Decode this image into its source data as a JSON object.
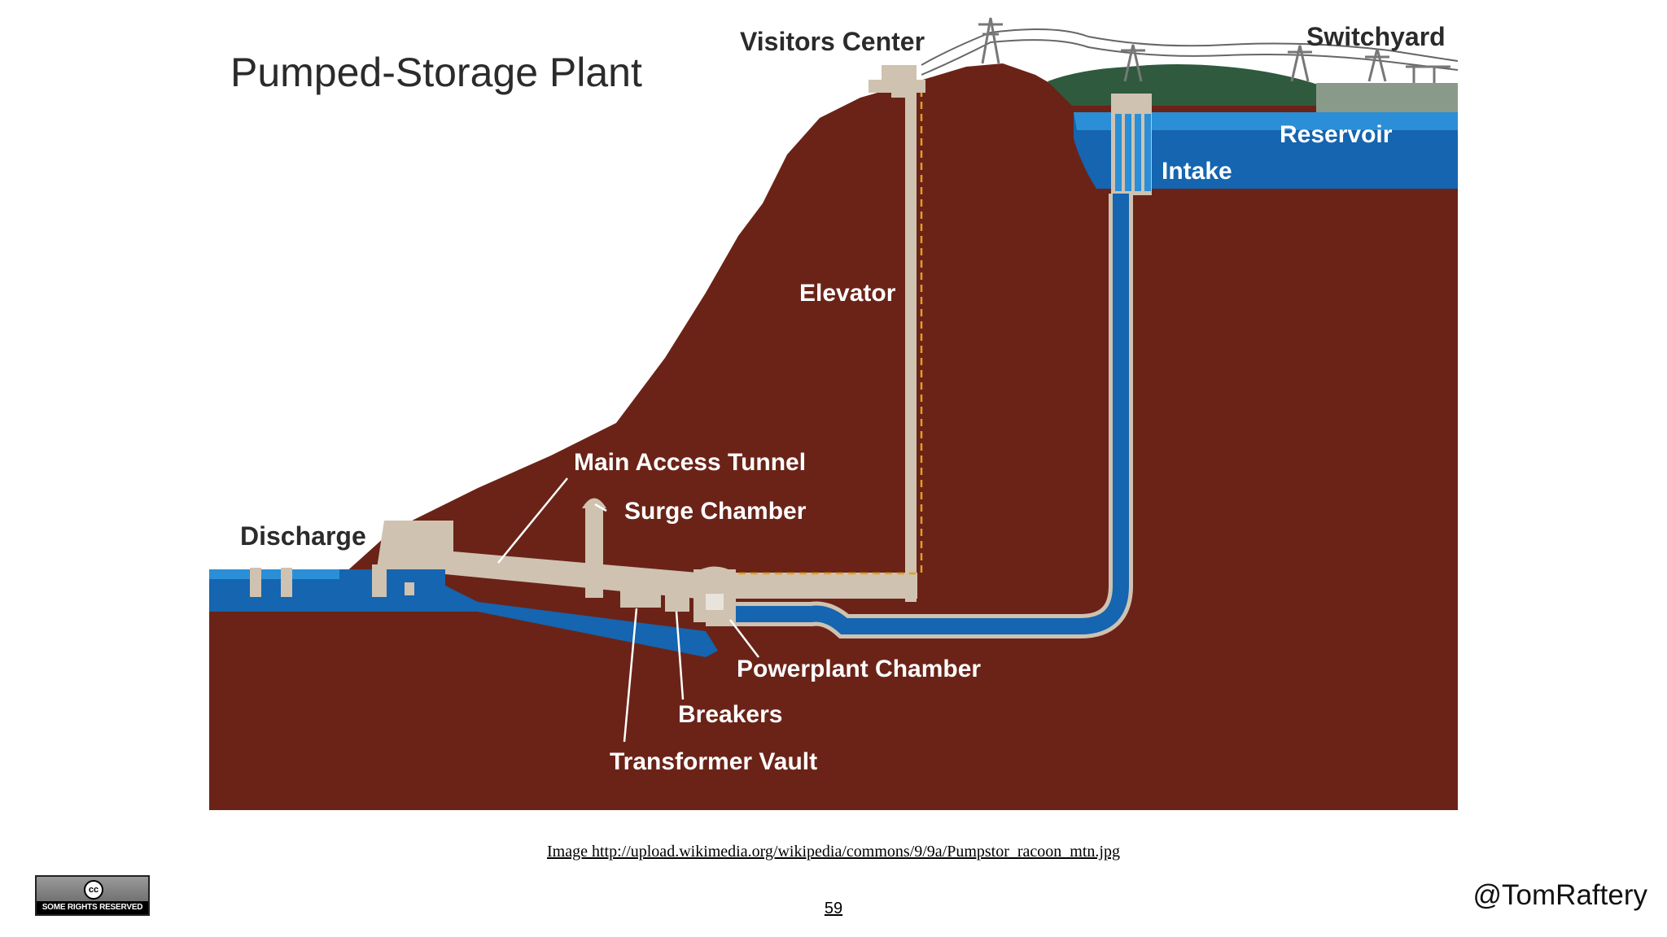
{
  "slide": {
    "caption": "Image http://upload.wikimedia.org/wikipedia/commons/9/9a/Pumpstor_racoon_mtn.jpg",
    "page_number": "59",
    "author_handle": "@TomRaftery",
    "license_badge": {
      "symbol": "cc",
      "text": "SOME RIGHTS RESERVED"
    }
  },
  "diagram": {
    "title": "Pumped-Storage Plant",
    "labels": {
      "visitors_center": "Visitors Center",
      "switchyard": "Switchyard",
      "reservoir": "Reservoir",
      "intake": "Intake",
      "elevator": "Elevator",
      "main_access_tunnel": "Main Access Tunnel",
      "surge_chamber": "Surge Chamber",
      "discharge": "Discharge",
      "powerplant_chamber": "Powerplant Chamber",
      "breakers": "Breakers",
      "transformer_vault": "Transformer Vault"
    },
    "colors": {
      "earth": "#6b2318",
      "water": "#1565b0",
      "water_light": "#2a8fd6",
      "concrete": "#cfc2b0",
      "vegetation": "#2f5a3e",
      "cable": "#e0a020"
    }
  }
}
